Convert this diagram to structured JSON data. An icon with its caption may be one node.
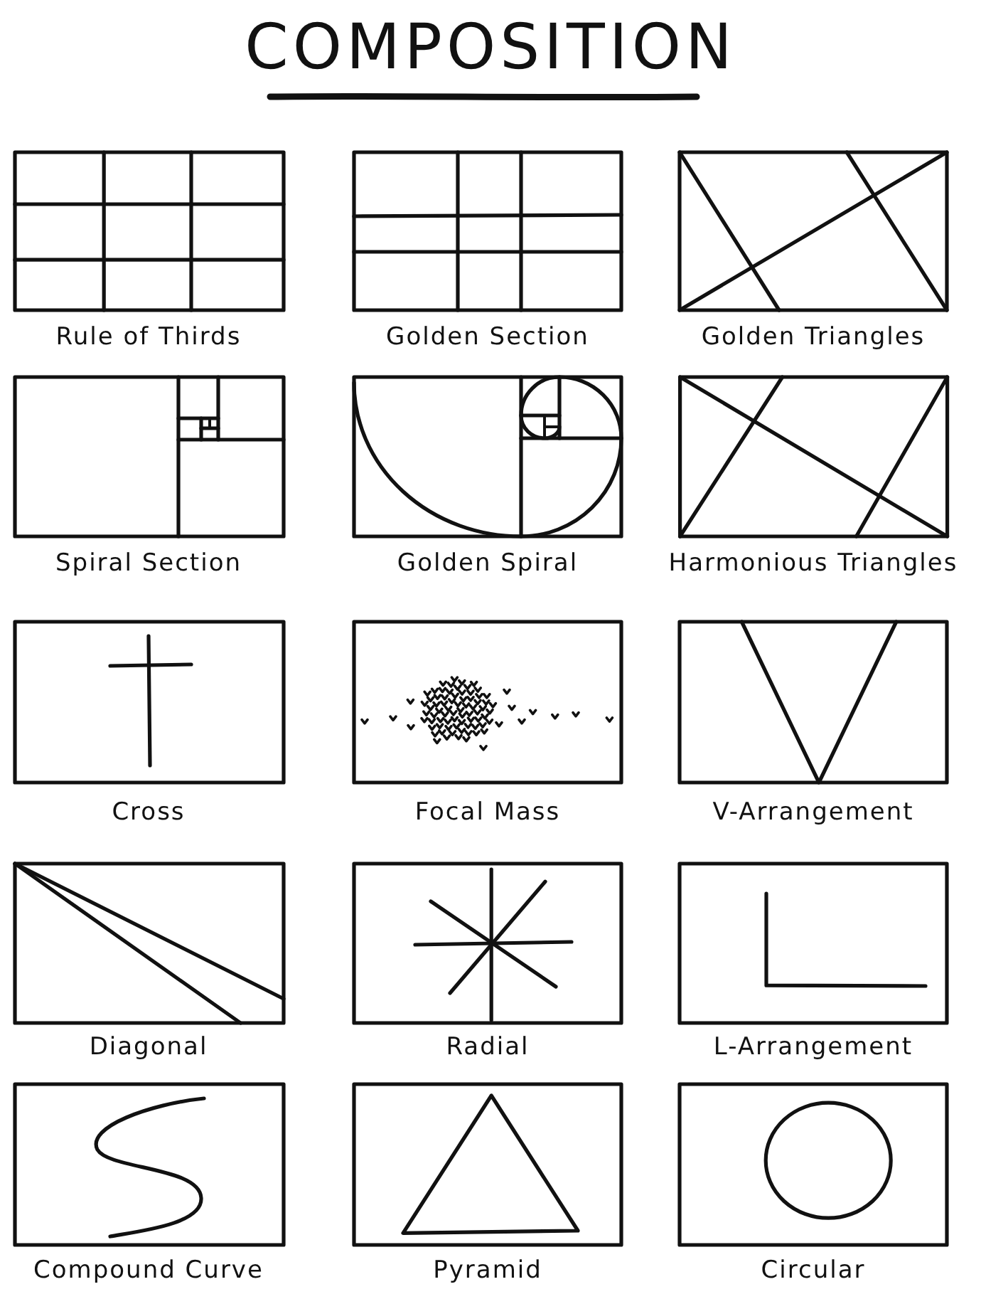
{
  "diagram": {
    "title": "COMPOSITION",
    "nodes": [
      {
        "text": [
          "Rule of Thirds"
        ]
      },
      {
        "text": [
          "Golden Section"
        ]
      },
      {
        "text": [
          "Golden Triangles"
        ]
      },
      {
        "text": [
          "Spiral Section"
        ]
      },
      {
        "text": [
          "Golden Spiral"
        ]
      },
      {
        "text": [
          "Harmonious Triangles"
        ]
      },
      {
        "text": [
          "Cross"
        ]
      },
      {
        "text": [
          "Focal Mass"
        ]
      },
      {
        "text": [
          "V-Arrangement"
        ]
      },
      {
        "text": [
          "Diagonal"
        ]
      },
      {
        "text": [
          "Radial"
        ]
      },
      {
        "text": [
          "L-Arrangement"
        ]
      },
      {
        "text": [
          "Compound Curve"
        ]
      },
      {
        "text": [
          "Pyramid"
        ]
      },
      {
        "text": [
          "Circular"
        ]
      }
    ]
  }
}
